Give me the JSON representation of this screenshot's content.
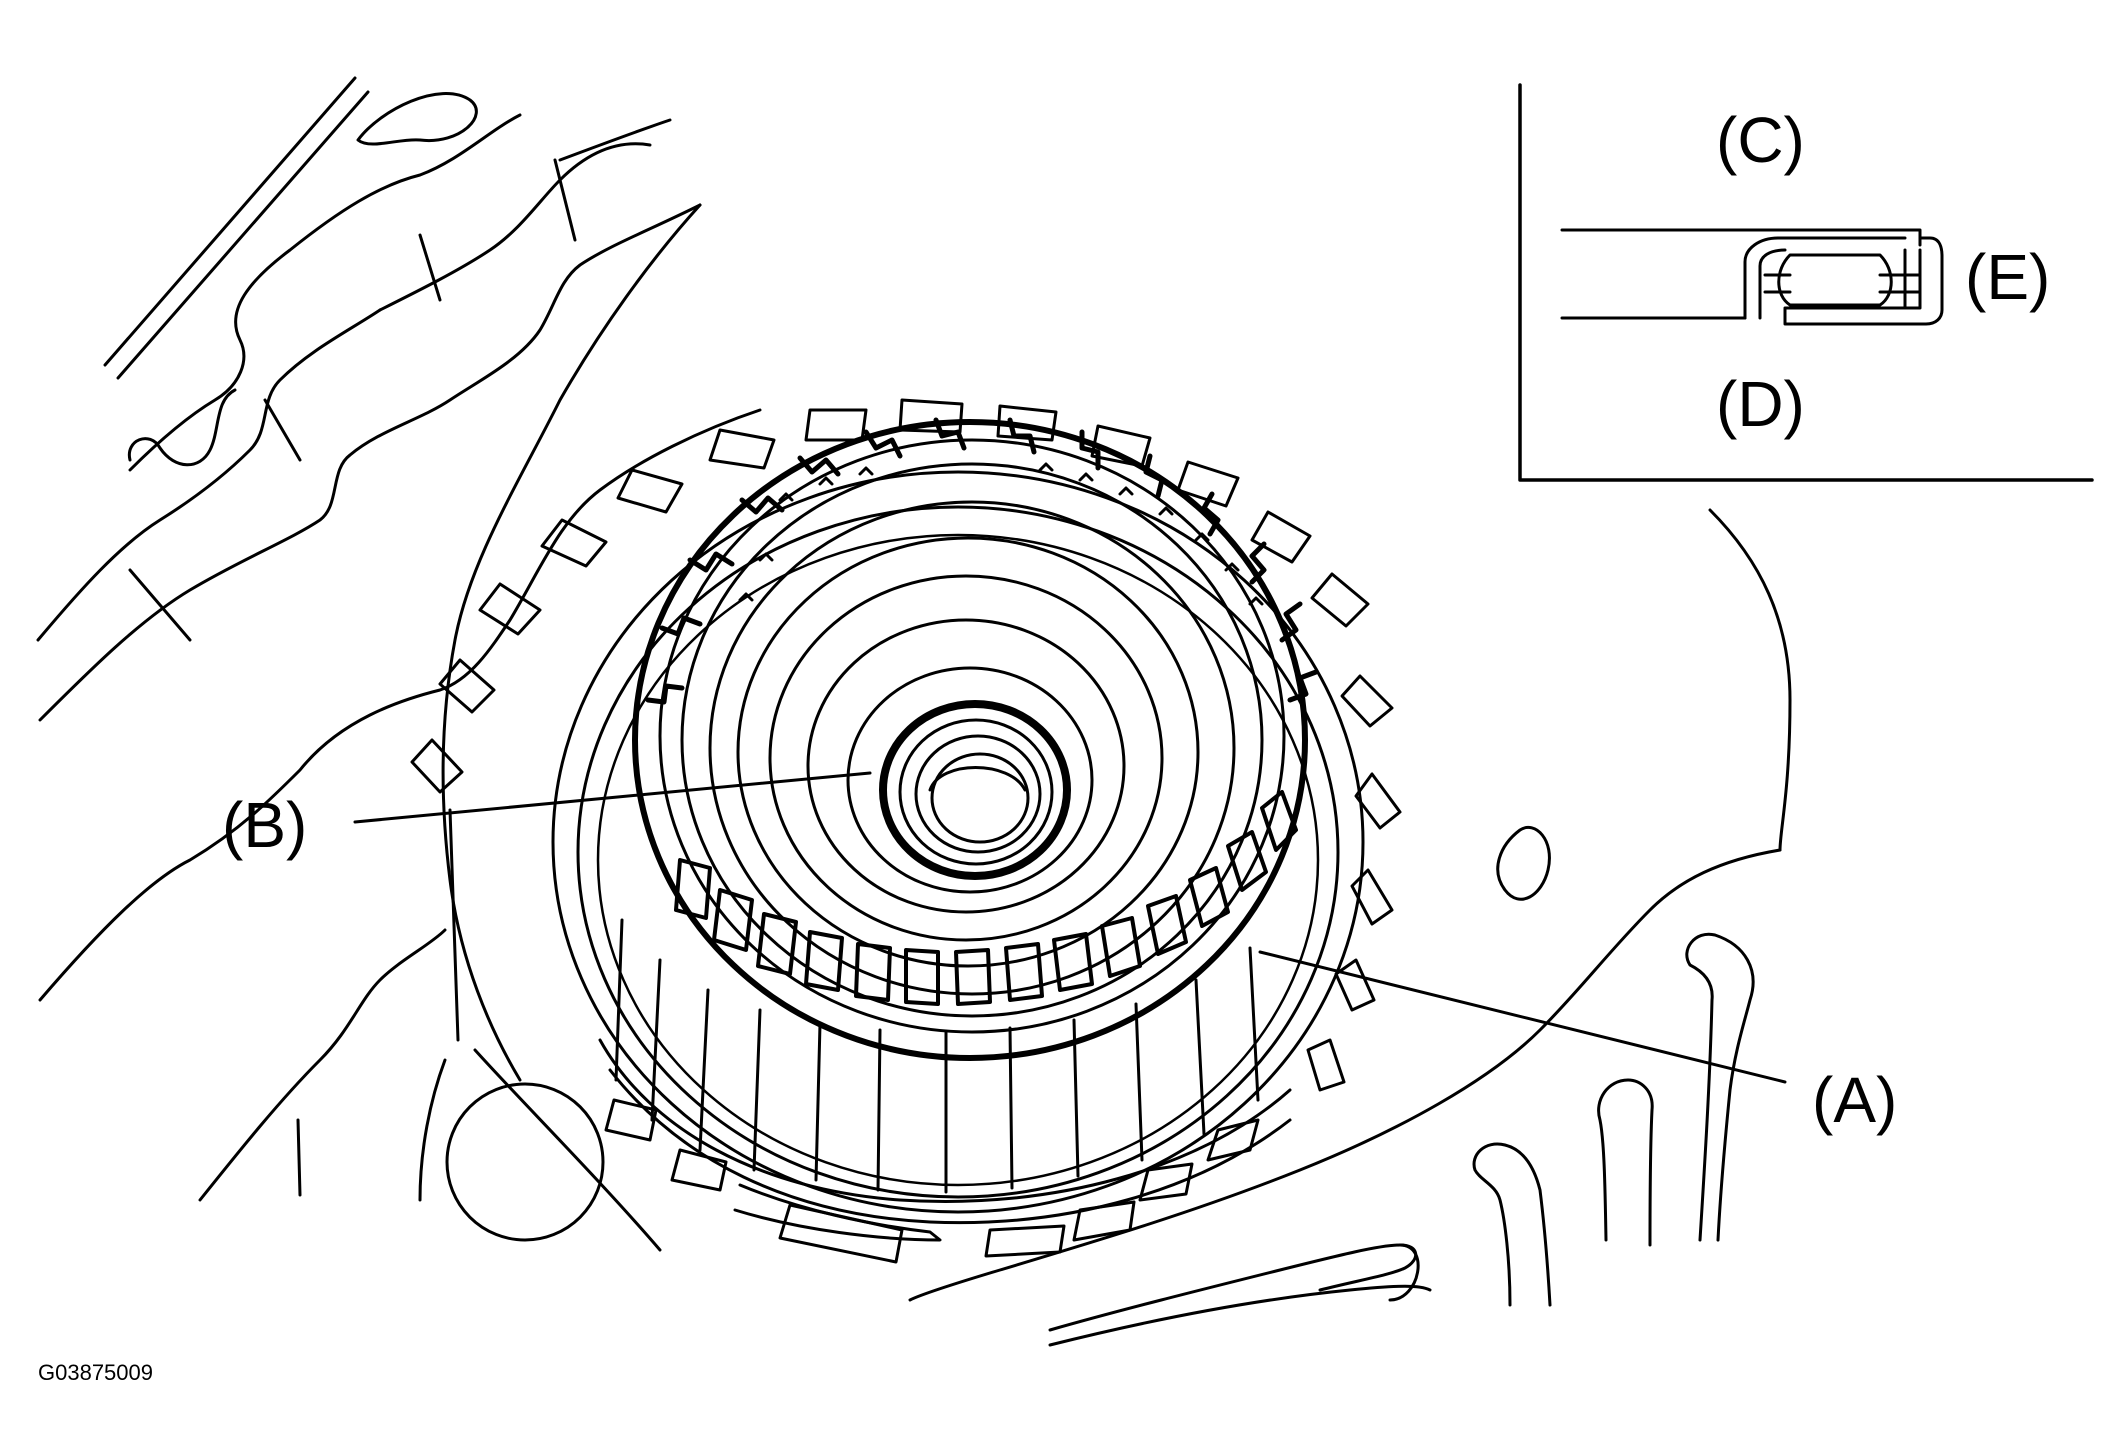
{
  "figure": {
    "id_code": "G03875009",
    "callouts": {
      "a": "(A)",
      "b": "(B)",
      "c": "(C)",
      "d": "(D)",
      "e": "(E)"
    },
    "line_color": "#000000",
    "background": "#ffffff"
  }
}
